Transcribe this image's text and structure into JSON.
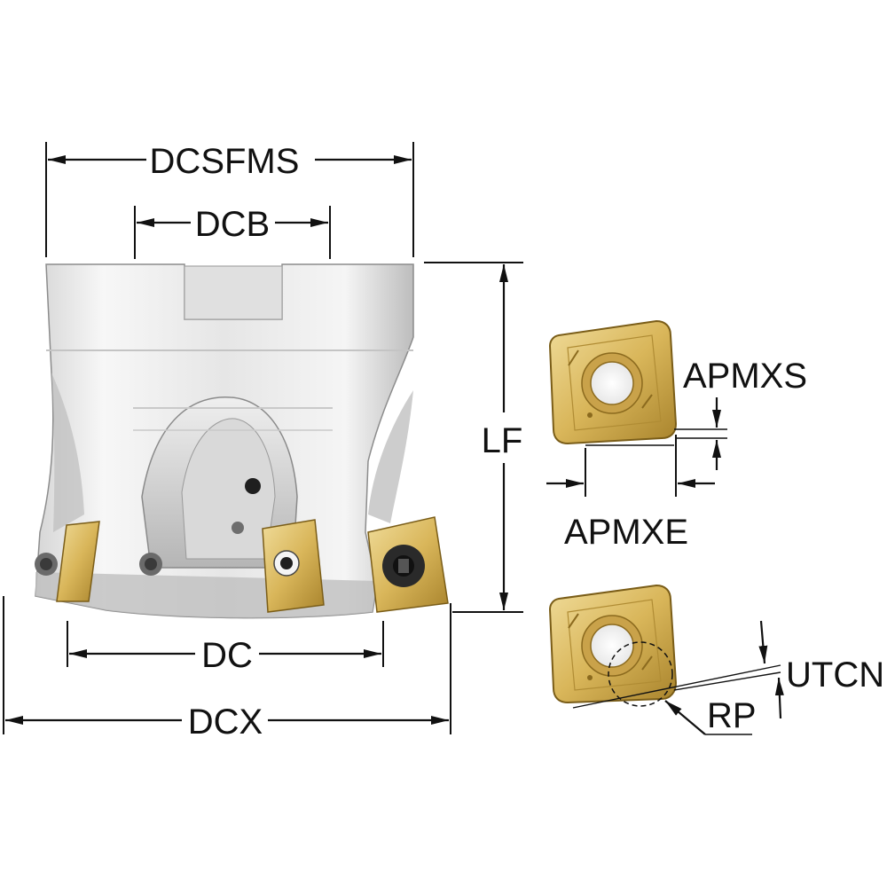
{
  "labels": {
    "dcsfms": "DCSFMS",
    "dcb": "DCB",
    "lf": "LF",
    "dc": "DC",
    "dcx": "DCX",
    "apmxs": "APMXS",
    "apmxe": "APMXE",
    "utcn": "UTCN",
    "rp": "RP"
  },
  "colors": {
    "body_light": "#f2f2f2",
    "body_mid": "#cfcfcf",
    "body_dark": "#9a9a9a",
    "insert_gold": "#d9b65a",
    "insert_gold_light": "#f0dc9a",
    "insert_gold_dark": "#9c7a24",
    "screw_dark": "#2a2a2a",
    "line": "#111111"
  }
}
